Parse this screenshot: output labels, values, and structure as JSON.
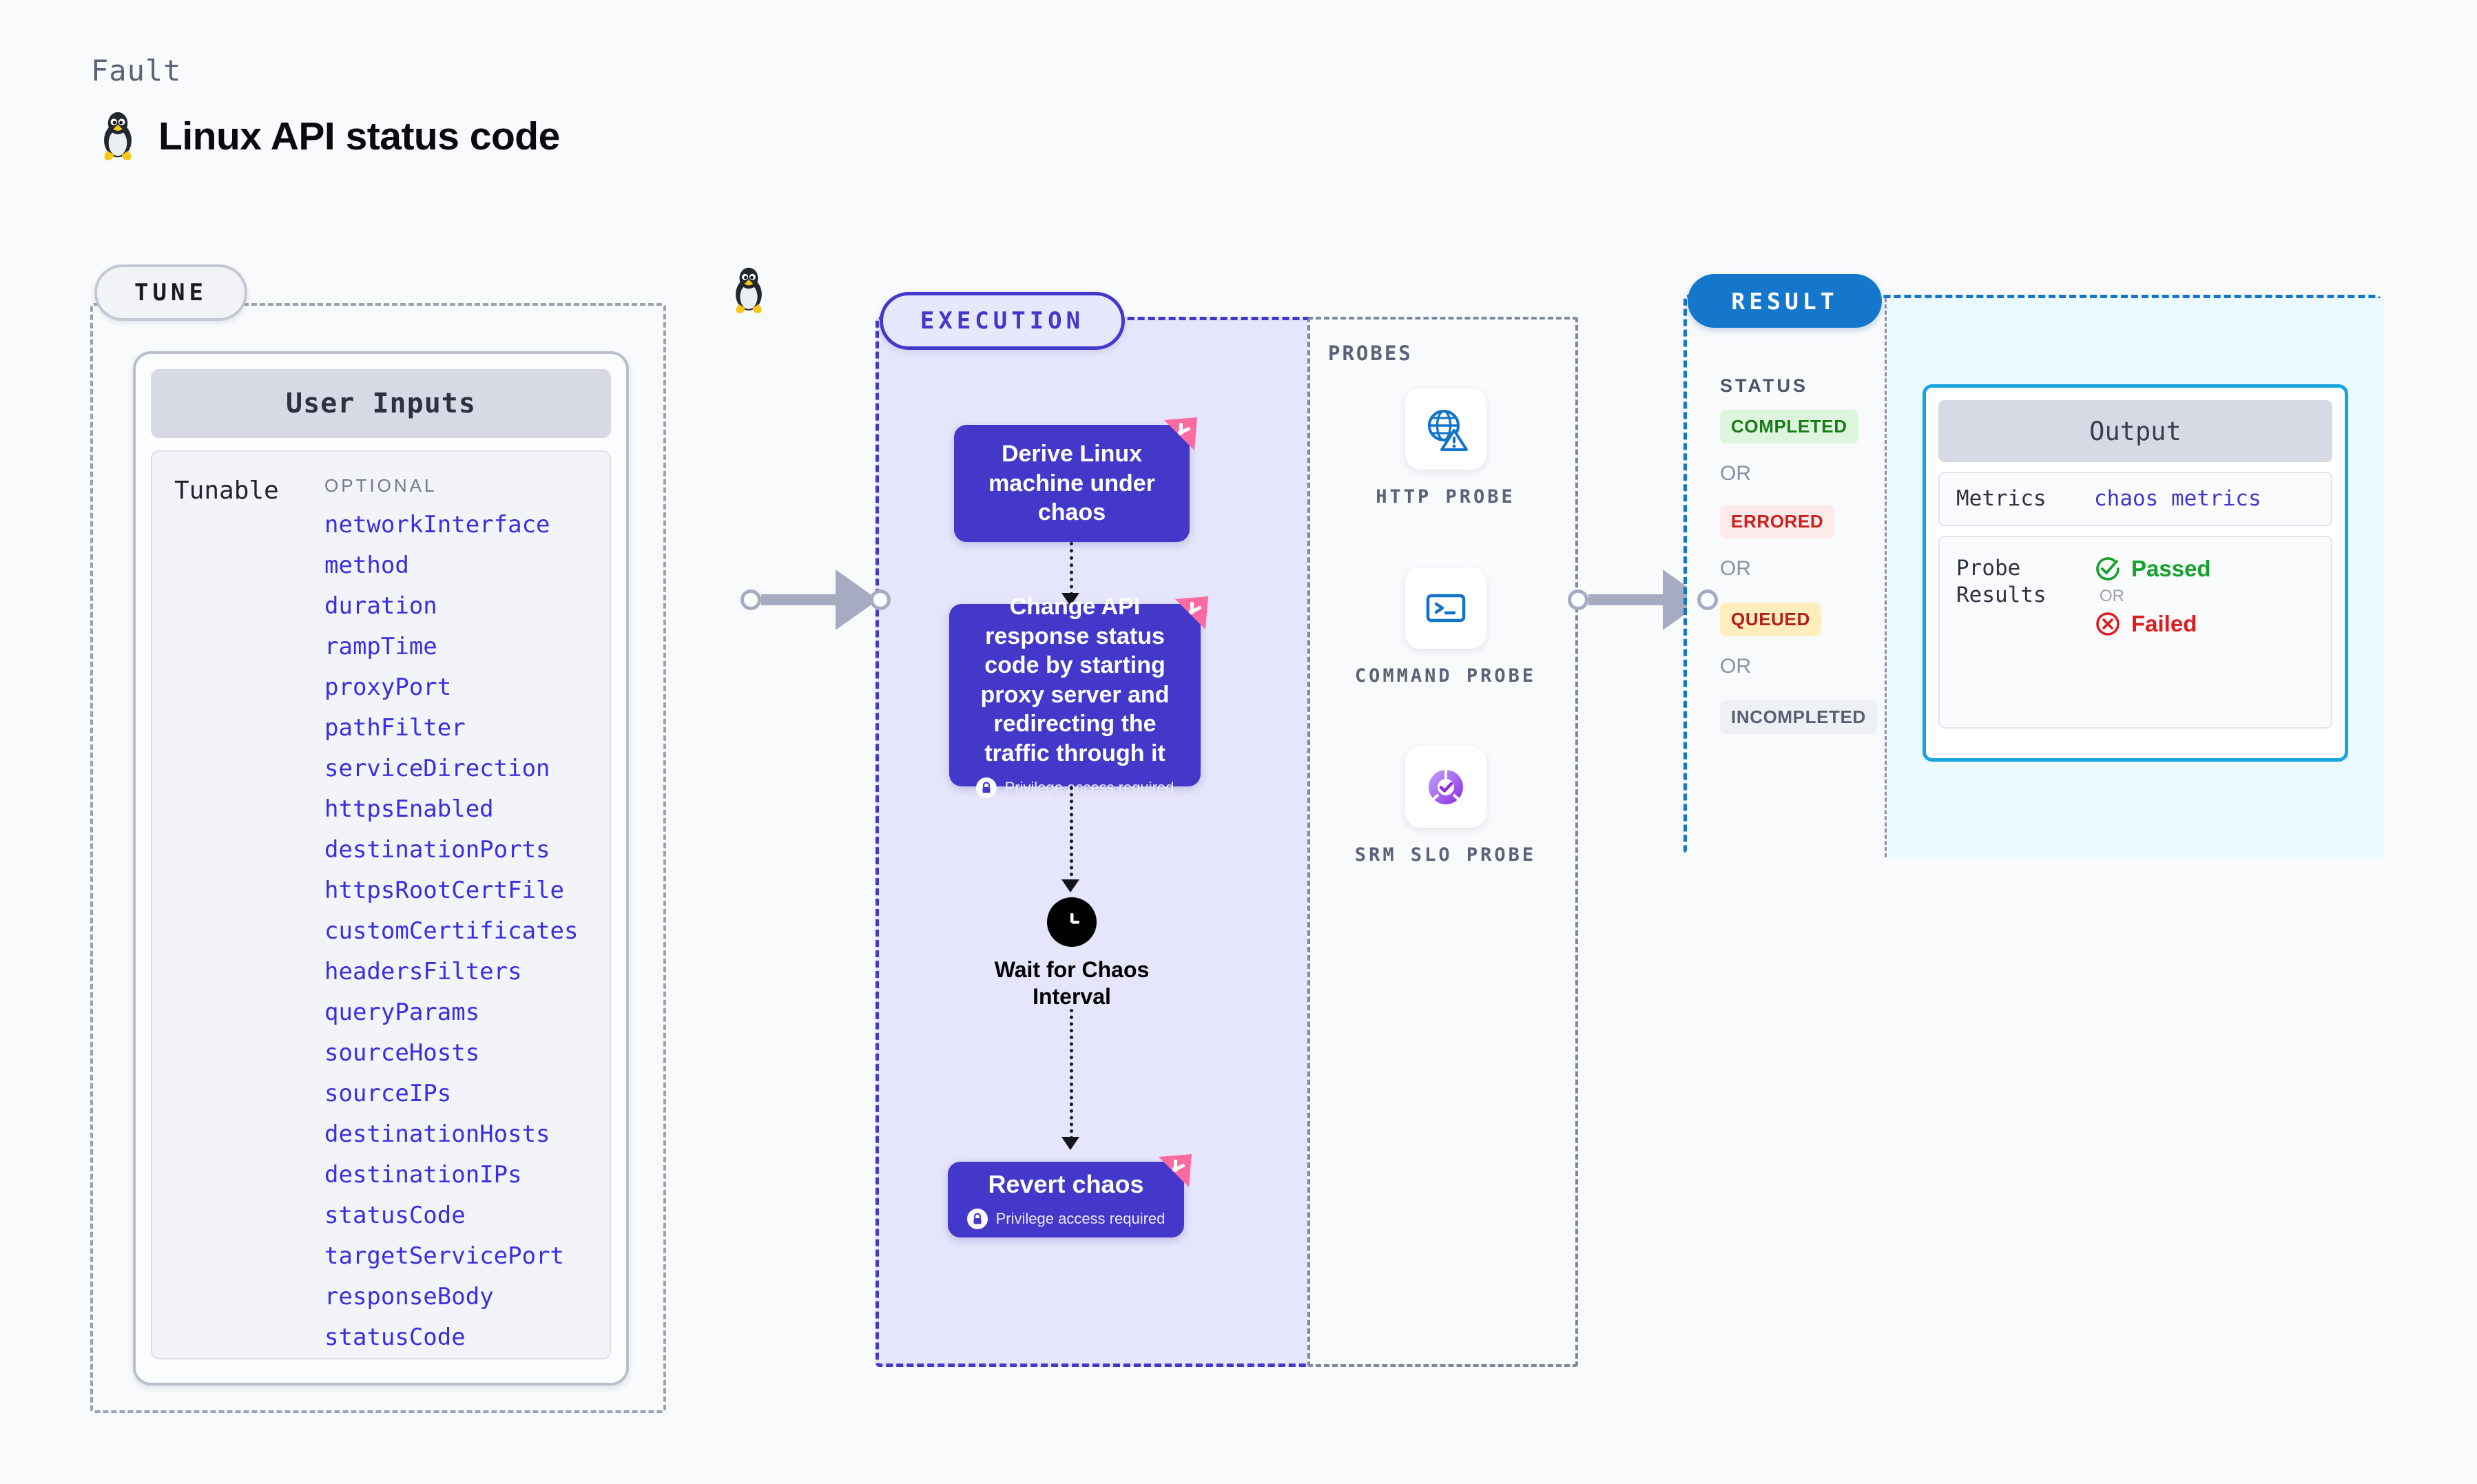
{
  "header": {
    "eyebrow": "Fault",
    "title": "Linux API status code",
    "os_icon": "linux-penguin-icon"
  },
  "tune": {
    "badge": "TUNE",
    "card_title": "User Inputs",
    "row_label": "Tunable",
    "group_tag": "OPTIONAL",
    "items": [
      "networkInterface",
      "method",
      "duration",
      "rampTime",
      "proxyPort",
      "pathFilter",
      "serviceDirection",
      "httpsEnabled",
      "destinationPorts",
      "httpsRootCertFile",
      "customCertificates",
      "headersFilters",
      "queryParams",
      "sourceHosts",
      "sourceIPs",
      "destinationHosts",
      "destinationIPs",
      "statusCode",
      "targetServicePort",
      "responseBody",
      "statusCode"
    ]
  },
  "execution": {
    "badge": "EXECUTION",
    "nodes": [
      {
        "label": "Derive Linux machine under chaos",
        "privilege": null,
        "flag": "schedule-flag-icon"
      },
      {
        "label": "Change API response status code by starting proxy server and redirecting the traffic through it",
        "privilege": "Privilege access required",
        "flag": "schedule-flag-icon"
      },
      {
        "label": "Revert chaos",
        "privilege": "Privilege access required",
        "flag": "schedule-flag-icon"
      }
    ],
    "wait": {
      "label": "Wait for Chaos Interval",
      "icon": "clock-icon"
    }
  },
  "probes": {
    "title": "PROBES",
    "items": [
      {
        "name": "HTTP PROBE",
        "icon": "globe-warning-icon"
      },
      {
        "name": "COMMAND PROBE",
        "icon": "terminal-icon"
      },
      {
        "name": "SRM SLO PROBE",
        "icon": "slo-donut-check-icon"
      }
    ]
  },
  "result": {
    "badge": "RESULT",
    "status_title": "STATUS",
    "or_text": "OR",
    "statuses": [
      {
        "label": "COMPLETED",
        "bg": "#ddf5dd",
        "fg": "#1a7a1a"
      },
      {
        "label": "ERRORED",
        "bg": "#fdeaea",
        "fg": "#cc2020"
      },
      {
        "label": "QUEUED",
        "bg": "#fdeebb",
        "fg": "#b02020"
      },
      {
        "label": "INCOMPLETED",
        "bg": "#eef0f6",
        "fg": "#5a6073"
      }
    ],
    "output": {
      "title": "Output",
      "metrics_key": "Metrics",
      "metrics_value": "chaos metrics",
      "probe_key": "Probe Results",
      "passed": "Passed",
      "failed": "Failed",
      "or_text": "OR"
    }
  },
  "colors": {
    "tune_border": "#9aa2b1",
    "execution": "#4338ca",
    "result": "#1477cc",
    "output_border": "#14a5dd",
    "flag_pink": "#fb6ba0",
    "connector": "#a7abc2"
  }
}
